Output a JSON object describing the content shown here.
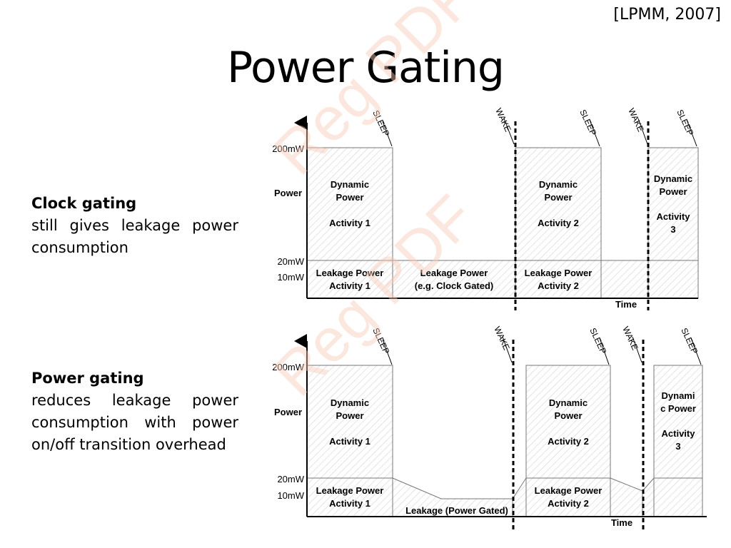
{
  "citation": "[LPMM, 2007]",
  "title": "Power Gating",
  "clock_gating": {
    "heading": "Clock gating",
    "description": "still gives leakage power consumption"
  },
  "power_gating": {
    "heading": "Power gating",
    "description": "reduces leakage power consumption with power on/off transition overhead"
  },
  "diagram_top": {
    "y_ticks": [
      "200mW",
      "20mW",
      "10mW"
    ],
    "y_label": "Power",
    "x_label": "Time",
    "events": [
      "SLEEP",
      "WAKE",
      "SLEEP",
      "WAKE",
      "SLEEP"
    ],
    "dynamic": [
      {
        "line1": "Dynamic",
        "line2": "Power",
        "activity1": "Activity 1",
        "activity2": ""
      },
      {
        "line1": "Dynamic",
        "line2": "Power",
        "activity1": "Activity 2",
        "activity2": ""
      },
      {
        "line1": "Dynamic",
        "line2": "Power",
        "activity1": "Activity",
        "activity2": "3"
      }
    ],
    "leakage": [
      {
        "line1": "Leakage Power",
        "line2": "Activity 1"
      },
      {
        "line1": "Leakage Power",
        "line2": "(e.g. Clock Gated)"
      },
      {
        "line1": "Leakage Power",
        "line2": "Activity 2"
      }
    ]
  },
  "diagram_bottom": {
    "y_ticks": [
      "200mW",
      "20mW",
      "10mW"
    ],
    "y_label": "Power",
    "x_label": "Time",
    "events": [
      "SLEEP",
      "WAKE",
      "SLEEP",
      "WAKE",
      "SLEEP"
    ],
    "dynamic": [
      {
        "line1": "Dynamic",
        "line2": "Power",
        "activity1": "Activity 1",
        "activity2": ""
      },
      {
        "line1": "Dynamic",
        "line2": "Power",
        "activity1": "Activity 2",
        "activity2": ""
      },
      {
        "line1": "Dynami",
        "line2": "c Power",
        "activity1": "Activity",
        "activity2": "3"
      }
    ],
    "leakage": [
      {
        "line1": "Leakage Power",
        "line2": "Activity 1"
      },
      {
        "line1": "Leakage (Power Gated)",
        "line2": ""
      },
      {
        "line1": "Leakage Power",
        "line2": "Activity 2"
      }
    ]
  },
  "watermark": "Reg PDF"
}
